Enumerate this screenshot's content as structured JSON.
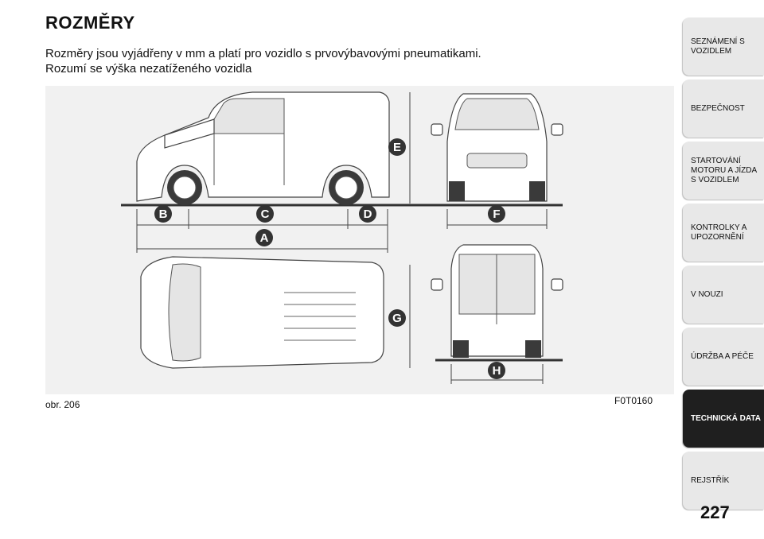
{
  "heading": "ROZMĚRY",
  "intro": [
    "Rozměry jsou vyjádřeny v mm a platí pro vozidlo s prvovýbavovými pneumatikami.",
    "Rozumí se výška nezatíženého vozidla"
  ],
  "figure": {
    "caption": "obr. 206",
    "code": "F0T0160",
    "labels": [
      "A",
      "B",
      "C",
      "D",
      "E",
      "F",
      "G",
      "H"
    ]
  },
  "tabs": [
    {
      "label": "SEZNÁMENÍ S VOZIDLEM",
      "active": false
    },
    {
      "label": "BEZPEČNOST",
      "active": false
    },
    {
      "label": "STARTOVÁNÍ MOTORU A JÍZDA S VOZIDLEM",
      "active": false
    },
    {
      "label": "KONTROLKY A UPOZORNĚNÍ",
      "active": false
    },
    {
      "label": "V NOUZI",
      "active": false
    },
    {
      "label": "ÚDRŽBA A PÉČE",
      "active": false
    },
    {
      "label": "TECHNICKÁ DATA",
      "active": true
    },
    {
      "label": "REJSTŘÍK",
      "active": false
    }
  ],
  "page_number": "227"
}
